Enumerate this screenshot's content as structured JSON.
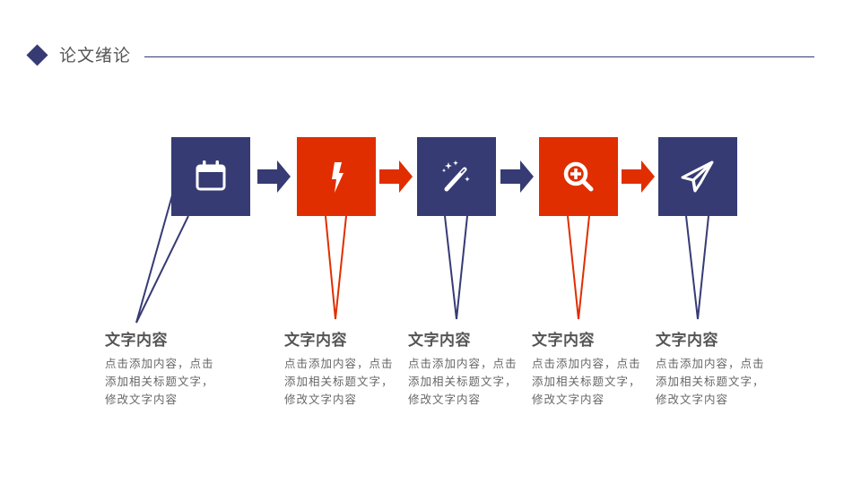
{
  "header": {
    "title": "论文绪论"
  },
  "colors": {
    "navy": "#363b74",
    "red": "#e02e00",
    "text": "#555555"
  },
  "steps": [
    {
      "icon": "calendar-icon",
      "color": "navy",
      "title": "文字内容",
      "desc": [
        "点击添加内容，点击",
        "添加相关标题文字，",
        "修改文字内容"
      ]
    },
    {
      "icon": "lightning-icon",
      "color": "red",
      "title": "文字内容",
      "desc": [
        "点击添加内容，点击",
        "添加相关标题文字，",
        "修改文字内容"
      ]
    },
    {
      "icon": "magic-wand-icon",
      "color": "navy",
      "title": "文字内容",
      "desc": [
        "点击添加内容，点击",
        "添加相关标题文字，",
        "修改文字内容"
      ]
    },
    {
      "icon": "zoom-in-icon",
      "color": "red",
      "title": "文字内容",
      "desc": [
        "点击添加内容，点击",
        "添加相关标题文字，",
        "修改文字内容"
      ]
    },
    {
      "icon": "paper-plane-icon",
      "color": "navy",
      "title": "文字内容",
      "desc": [
        "点击添加内容，点击",
        "添加相关标题文字，",
        "修改文字内容"
      ]
    }
  ]
}
